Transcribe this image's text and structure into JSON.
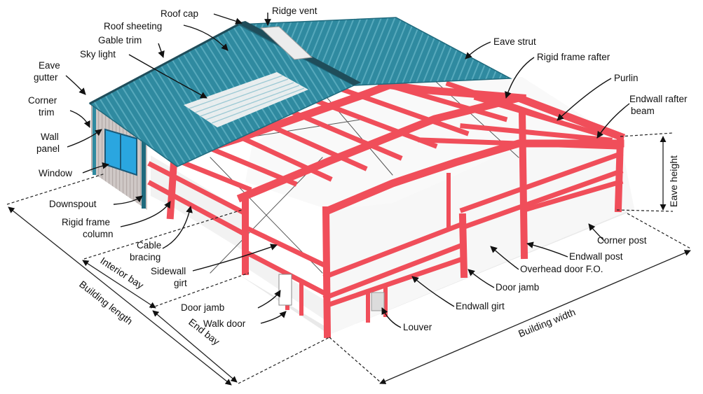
{
  "colors": {
    "frame": "#f04e5a",
    "frame_dark": "#d63a47",
    "roof": "#2f8aa0",
    "roof_light": "#57a9bc",
    "roof_dark": "#1f6a7d",
    "wall": "#f4f4f4",
    "sidewall_gray": "#c9c2c0",
    "window": "#2aa6e0"
  },
  "labels": {
    "roof_cap": "Roof cap",
    "ridge_vent": "Ridge vent",
    "roof_sheeting": "Roof sheeting",
    "gable_trim": "Gable trim",
    "sky_light": "Sky light",
    "eave_gutter_1": "Eave",
    "eave_gutter_2": "gutter",
    "corner_trim_1": "Corner",
    "corner_trim_2": "trim",
    "wall_panel_1": "Wall",
    "wall_panel_2": "panel",
    "window": "Window",
    "downspout": "Downspout",
    "rigid_frame_column_1": "Rigid frame",
    "rigid_frame_column_2": "column",
    "cable_bracing_1": "Cable",
    "cable_bracing_2": "bracing",
    "sidewall_girt_1": "Sidewall",
    "sidewall_girt_2": "girt",
    "door_jamb_left": "Door jamb",
    "walk_door": "Walk door",
    "eave_strut": "Eave strut",
    "rigid_frame_rafter": "Rigid frame rafter",
    "purlin": "Purlin",
    "endwall_rafter_beam_1": "Endwall rafter",
    "endwall_rafter_beam_2": "beam",
    "eave_height": "Eave height",
    "corner_post": "Corner post",
    "endwall_post": "Endwall post",
    "overhead_door_fo": "Overhead door F.O.",
    "door_jamb_right": "Door jamb",
    "endwall_girt": "Endwall girt",
    "louver": "Louver",
    "interior_bay": "Interior bay",
    "building_length": "Building length",
    "end_bay": "End bay",
    "building_width": "Building width"
  }
}
